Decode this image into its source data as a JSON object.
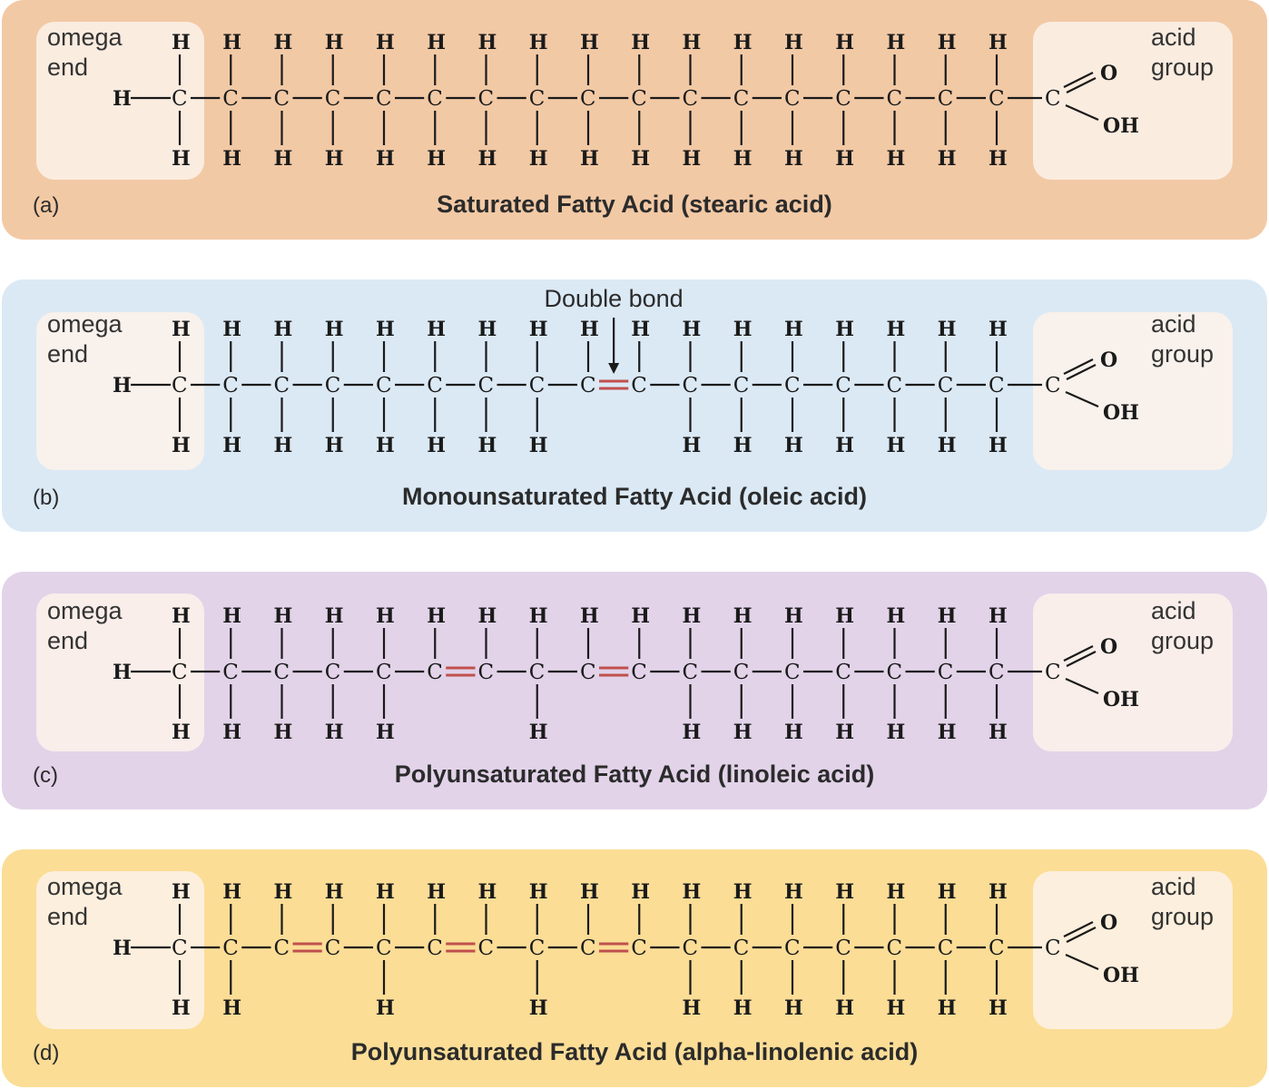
{
  "panels": [
    {
      "id": "a",
      "letter": "(a)",
      "title": "Saturated Fatty Acid (stearic acid)",
      "background": "#f2c9a5",
      "double_bonds": [],
      "annotation": ""
    },
    {
      "id": "b",
      "letter": "(b)",
      "title": "Monounsaturated Fatty Acid (oleic acid)",
      "background": "#dbe9f5",
      "double_bonds": [
        9
      ],
      "annotation": "Double bond"
    },
    {
      "id": "c",
      "letter": "(c)",
      "title": "Polyunsaturated Fatty Acid (linoleic acid)",
      "background": "#e2d3e9",
      "double_bonds": [
        6,
        9
      ],
      "annotation": ""
    },
    {
      "id": "d",
      "letter": "(d)",
      "title": "Polyunsaturated Fatty Acid (alpha-linolenic acid)",
      "background": "#fbdd96",
      "double_bonds": [
        3,
        6,
        9
      ],
      "annotation": ""
    }
  ],
  "labels": {
    "omega_end": [
      "omega",
      "end"
    ],
    "acid_group": [
      "acid",
      "group"
    ]
  },
  "atoms": {
    "carbon": "C",
    "hydrogen": "H",
    "oxygen": "O",
    "hydroxyl": "OH"
  },
  "colors": {
    "double_bond": "#c0504d",
    "highlight_box": "#fdf2ea",
    "text": "#1a1a1a"
  }
}
